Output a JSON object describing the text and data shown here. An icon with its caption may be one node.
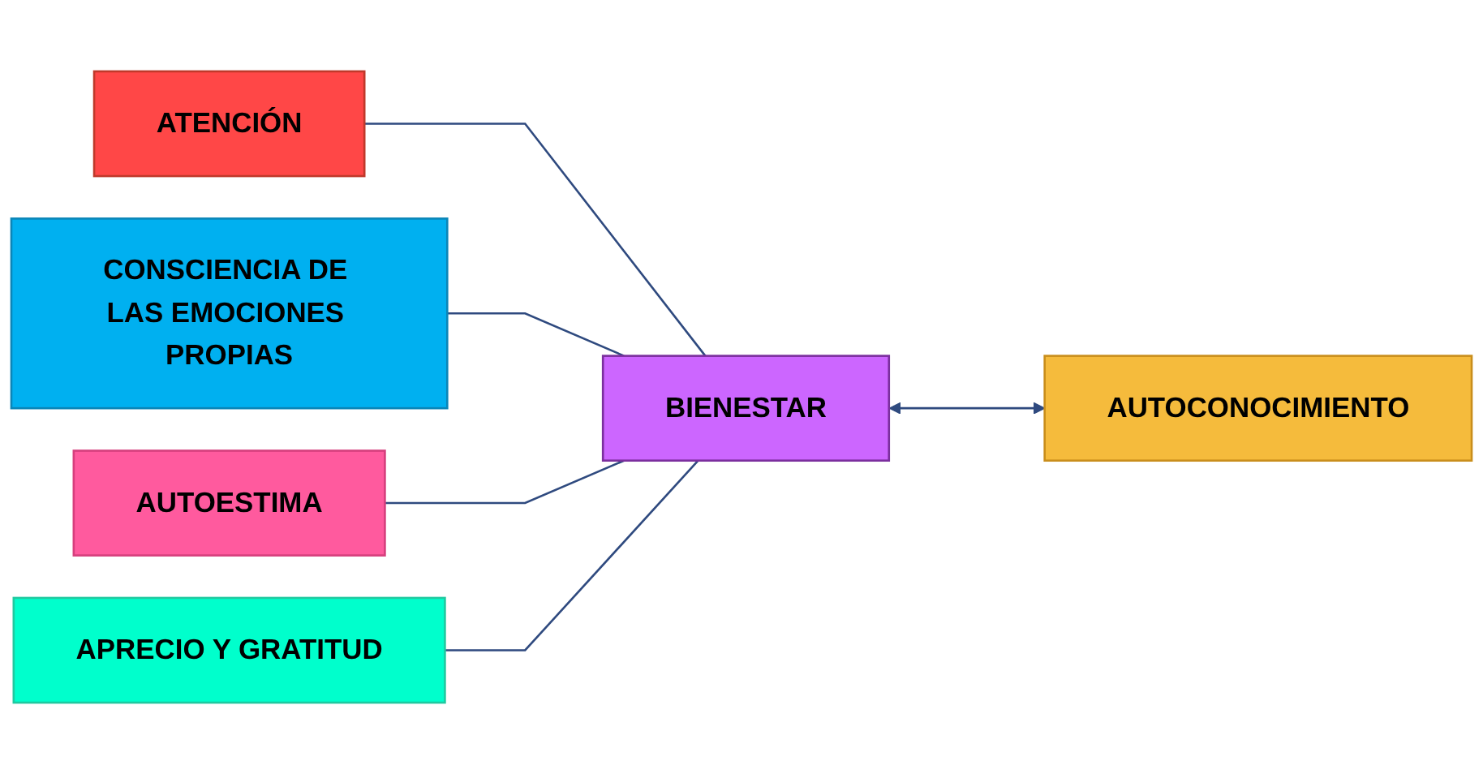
{
  "diagram": {
    "nodes": [
      {
        "text": [
          "ATENCIÓN"
        ]
      },
      {
        "text": [
          "CONSCIENCIA DE LAS EMOCIONES PROPIAS"
        ]
      },
      {
        "text": [
          "AUTOESTIMA"
        ]
      },
      {
        "text": [
          "APRECIO Y GRATITUD"
        ]
      },
      {
        "text": [
          "BIENESTAR"
        ]
      },
      {
        "text": [
          "AUTOCONOCIMIENTO"
        ]
      }
    ],
    "edges": [
      {
        "from": 0,
        "to": 4,
        "arrow": "none"
      },
      {
        "from": 1,
        "to": 4,
        "arrow": "none"
      },
      {
        "from": 2,
        "to": 4,
        "arrow": "none"
      },
      {
        "from": 3,
        "to": 4,
        "arrow": "none"
      },
      {
        "from": 4,
        "to": 5,
        "arrow": "both"
      }
    ]
  }
}
